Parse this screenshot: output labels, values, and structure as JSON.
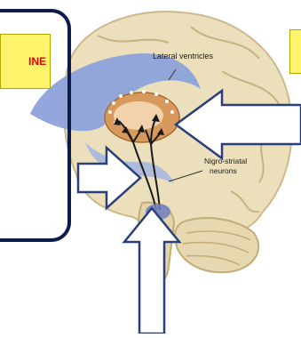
{
  "labels": {
    "lateral_ventricles": "Lateral ventricles",
    "nigro_striatal_line1": "Nigro-striatal",
    "nigro_striatal_line2": "neurons"
  },
  "notes": {
    "left_text": "INE"
  },
  "colors": {
    "brain": "#ece0bc",
    "brain_shadow": "#cbb98c",
    "ventricle": "#8ea2da",
    "striatum": "#d79a5c",
    "note_fill": "#fff36a",
    "note_text": "#e00000",
    "frame": "#0d1b4a",
    "arrow_outline": "#2a3f7a",
    "arrow_fill": "#ffffff"
  }
}
